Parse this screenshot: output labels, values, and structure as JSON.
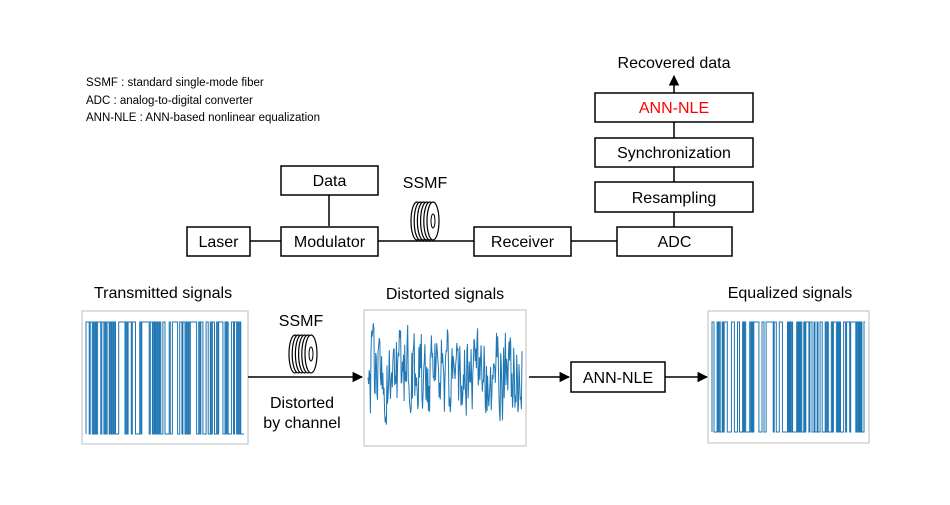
{
  "legend": [
    "SSMF : standard single-mode fiber",
    "ADC : analog-to-digital converter",
    "ANN-NLE : ANN-based nonlinear equalization"
  ],
  "system": {
    "laser": "Laser",
    "modulator": "Modulator",
    "data": "Data",
    "fiber": "SSMF",
    "receiver": "Receiver",
    "adc": "ADC",
    "resampling": "Resampling",
    "synchronization": "Synchronization",
    "ann_nle": "ANN-NLE",
    "recovered": "Recovered data"
  },
  "signals": {
    "transmitted": "Transmitted signals",
    "fiber": "SSMF",
    "distorted_caption_1": "Distorted",
    "distorted_caption_2": "by channel",
    "distorted": "Distorted signals",
    "equalizer": "ANN-NLE",
    "equalized": "Equalized signals"
  },
  "colors": {
    "highlight": "#ff0000",
    "signal": "#1f77b4",
    "frame": "#bdbdbd"
  }
}
